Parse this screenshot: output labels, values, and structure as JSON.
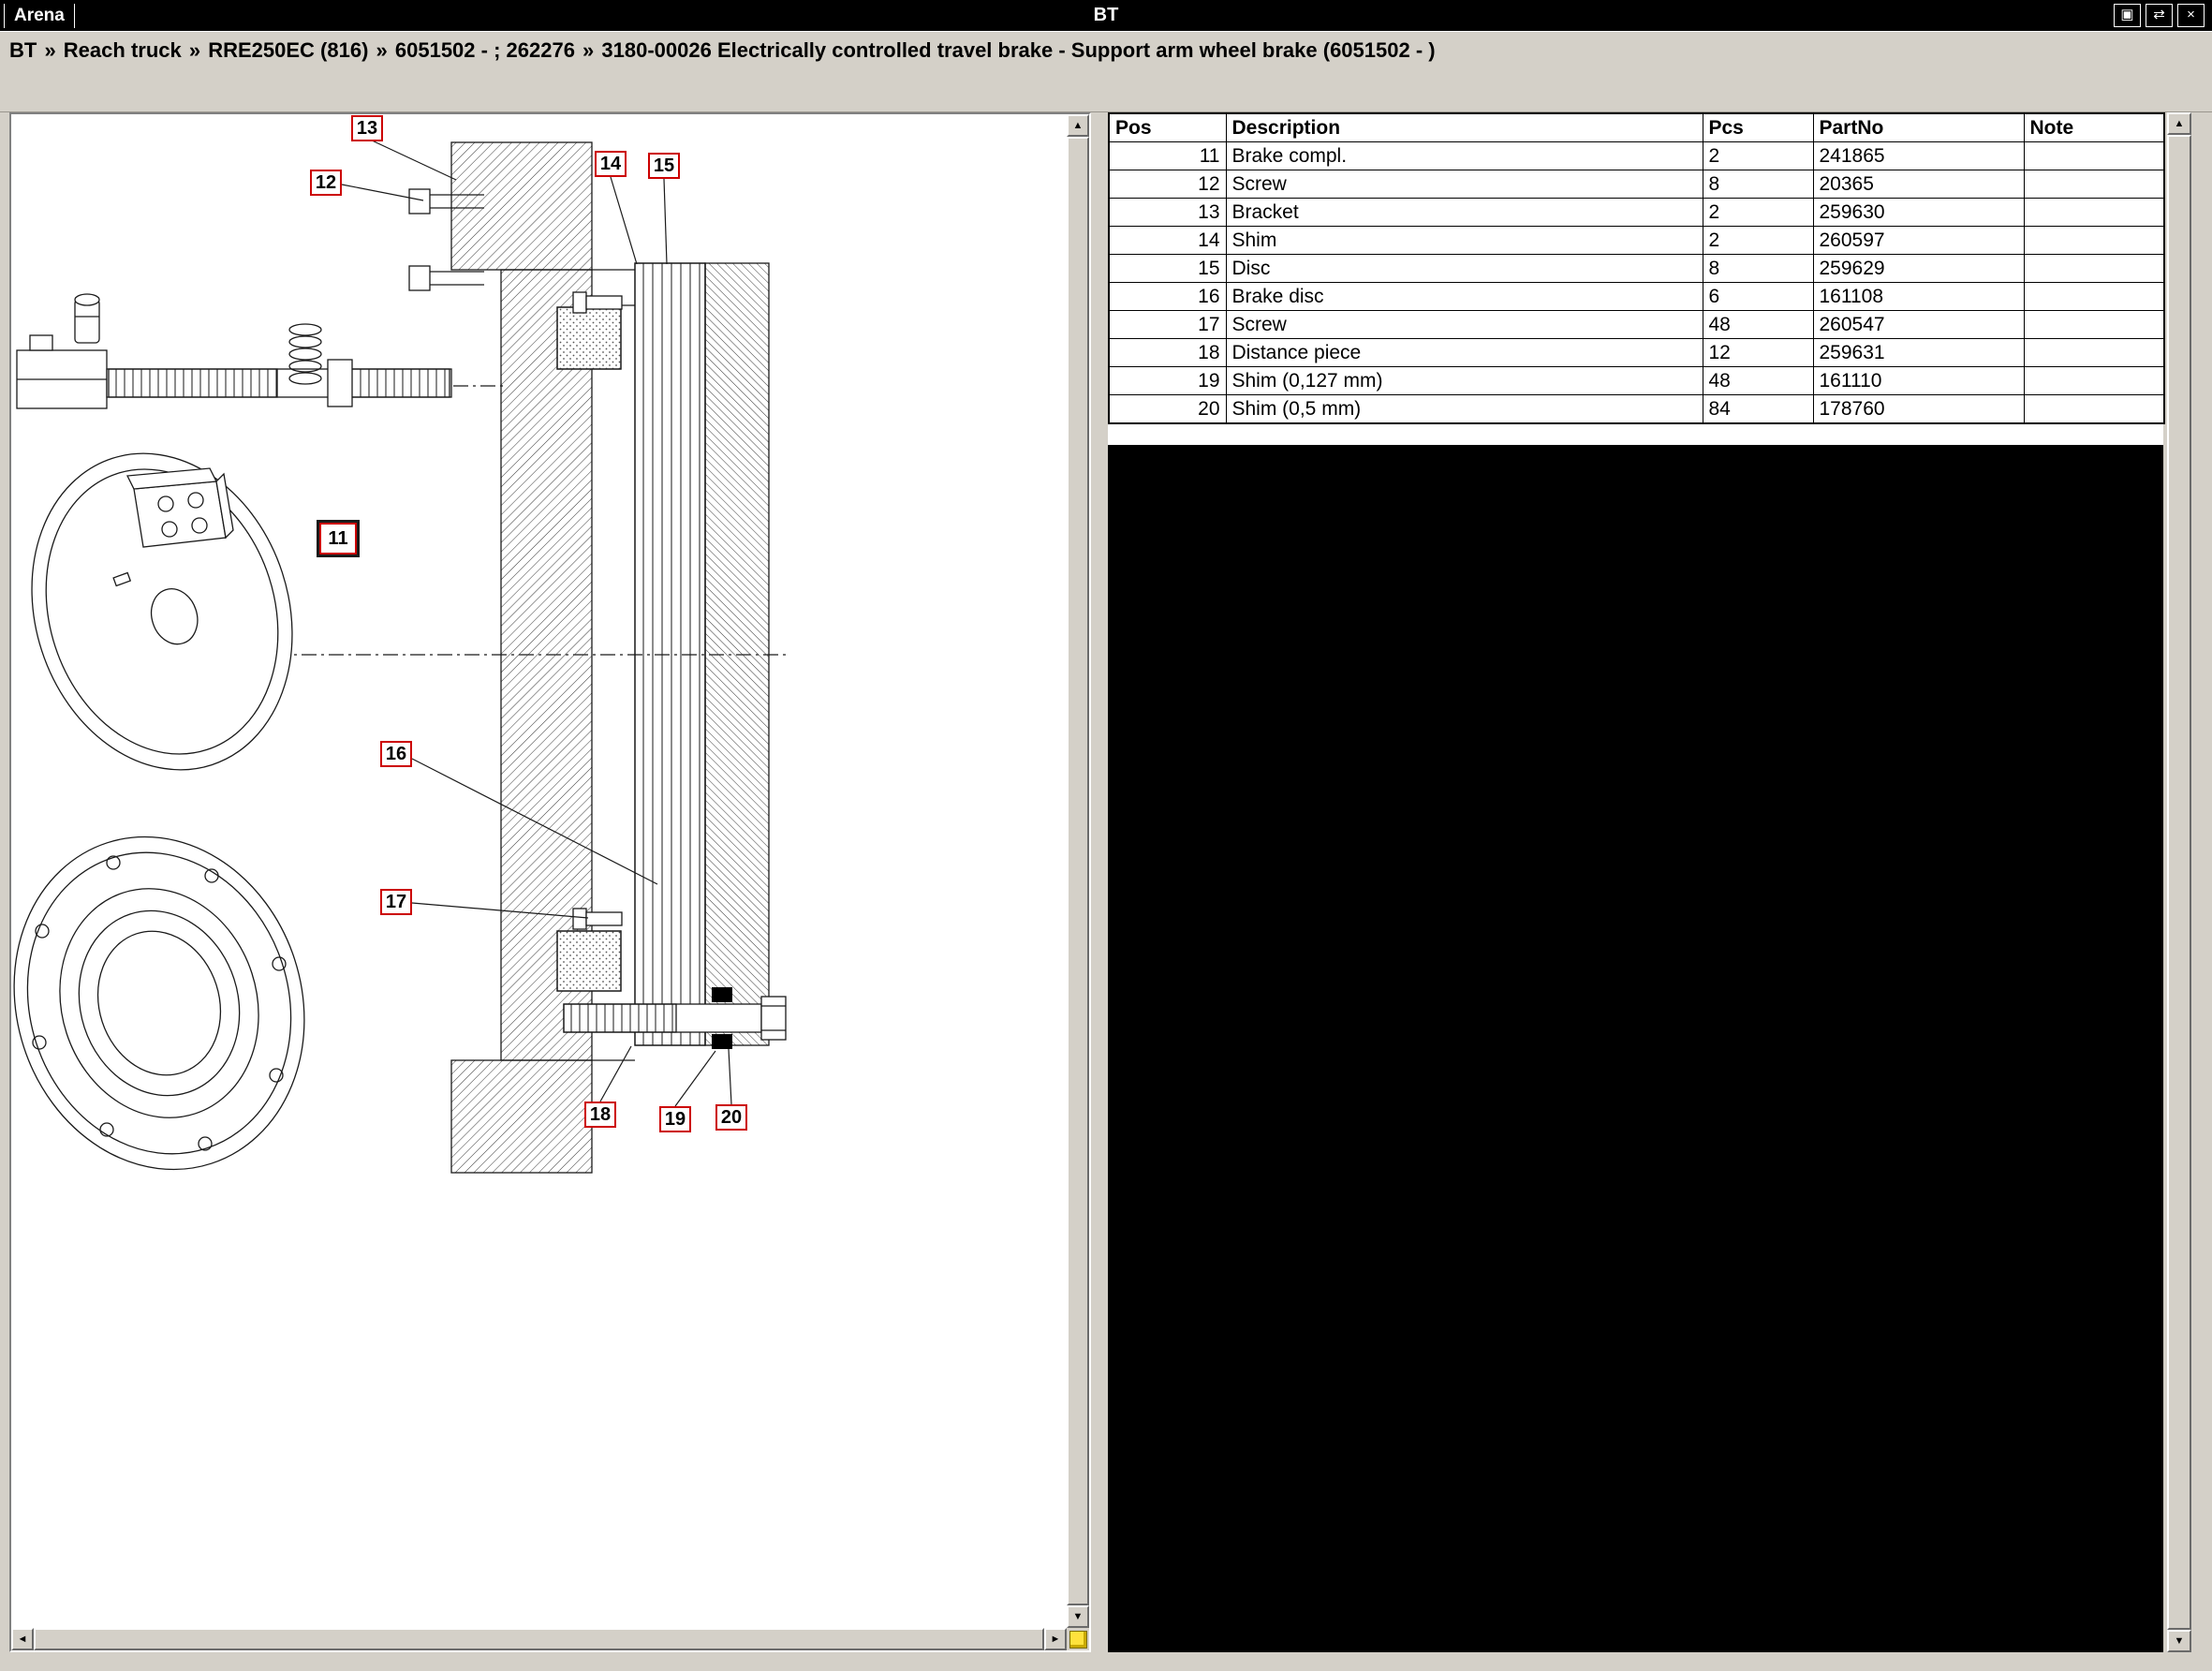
{
  "window": {
    "app_label": "Arena",
    "title": "BT",
    "controls": [
      {
        "name": "restore",
        "glyph": "▣"
      },
      {
        "name": "layout",
        "glyph": "⇄"
      },
      {
        "name": "close",
        "glyph": "×"
      }
    ]
  },
  "breadcrumb": {
    "separator": "»",
    "segments": [
      "BT",
      "Reach truck",
      "RRE250EC (816)",
      "6051502 - ; 262276",
      "3180-00026 Electrically controlled travel brake - Support arm wheel brake (6051502 - )"
    ]
  },
  "table": {
    "columns": [
      "Pos",
      "Description",
      "Pcs",
      "PartNo",
      "Note"
    ],
    "rows": [
      {
        "pos": "11",
        "description": "Brake compl.",
        "pcs": "2",
        "partno": "241865",
        "note": ""
      },
      {
        "pos": "12",
        "description": "Screw",
        "pcs": "8",
        "partno": "20365",
        "note": ""
      },
      {
        "pos": "13",
        "description": "Bracket",
        "pcs": "2",
        "partno": "259630",
        "note": ""
      },
      {
        "pos": "14",
        "description": "Shim",
        "pcs": "2",
        "partno": "260597",
        "note": ""
      },
      {
        "pos": "15",
        "description": "Disc",
        "pcs": "8",
        "partno": "259629",
        "note": ""
      },
      {
        "pos": "16",
        "description": "Brake disc",
        "pcs": "6",
        "partno": "161108",
        "note": ""
      },
      {
        "pos": "17",
        "description": "Screw",
        "pcs": "48",
        "partno": "260547",
        "note": ""
      },
      {
        "pos": "18",
        "description": "Distance piece",
        "pcs": "12",
        "partno": "259631",
        "note": ""
      },
      {
        "pos": "19",
        "description": "Shim (0,127 mm)",
        "pcs": "48",
        "partno": "161110",
        "note": ""
      },
      {
        "pos": "20",
        "description": "Shim (0,5 mm)",
        "pcs": "84",
        "partno": "178760",
        "note": ""
      }
    ]
  },
  "diagram": {
    "callouts": [
      {
        "label": "11"
      },
      {
        "label": "12"
      },
      {
        "label": "13"
      },
      {
        "label": "14"
      },
      {
        "label": "15"
      },
      {
        "label": "16"
      },
      {
        "label": "17"
      },
      {
        "label": "18"
      },
      {
        "label": "19"
      },
      {
        "label": "20"
      }
    ]
  },
  "icons": {
    "up": "▲",
    "down": "▼",
    "left": "◄",
    "right": "►"
  },
  "colors": {
    "callout_border": "#cc0000",
    "titlebar_bg": "#000000",
    "chrome_bg": "#d4d0c8",
    "content_black": "#000000"
  }
}
